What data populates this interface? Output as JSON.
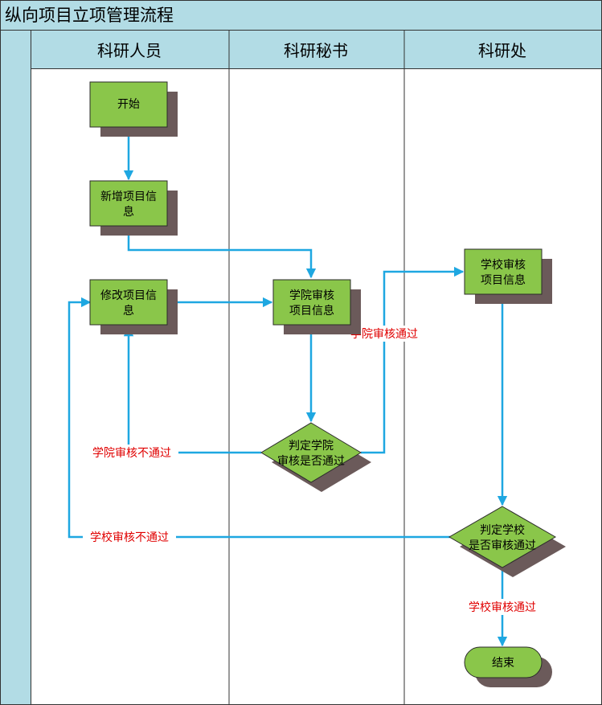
{
  "title": "纵向项目立项管理流程",
  "lanes": [
    "科研人员",
    "科研秘书",
    "科研处"
  ],
  "nodes": {
    "start": "开始",
    "new_info": [
      "新增项目信",
      "息"
    ],
    "modify_info": [
      "修改项目信",
      "息"
    ],
    "college_review": [
      "学院审核",
      "项目信息"
    ],
    "college_judge": [
      "判定学院",
      "审核是否通过"
    ],
    "school_review": [
      "学校审核",
      "项目信息"
    ],
    "school_judge": [
      "判定学校",
      "是否审核通过"
    ],
    "end": "结束"
  },
  "edge_labels": {
    "college_pass": "学院审核通过",
    "college_fail": "学院审核不通过",
    "school_fail": "学校审核不通过",
    "school_pass": "学校审核通过"
  },
  "colors": {
    "header_bg": "#b2dce5",
    "node_fill": "#8ac64a",
    "shadow": "#6b5a5a",
    "connector": "#1ea7e1",
    "label": "#e00000"
  }
}
